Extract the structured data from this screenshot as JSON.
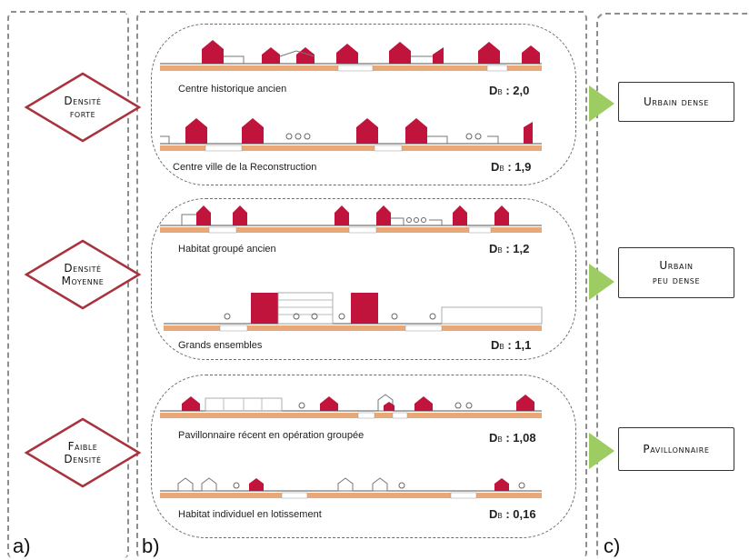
{
  "panel_labels": {
    "a": "a)",
    "b": "b)",
    "c": "c)"
  },
  "densities": [
    {
      "line1": "Densité",
      "line2": "forte"
    },
    {
      "line1": "Densité",
      "line2": "Moyenne"
    },
    {
      "line1": "Faible",
      "line2": "Densité"
    }
  ],
  "rows": [
    {
      "label": "Centre historique ancien",
      "db_symbol": "D",
      "db_sub": "B",
      "db_value": "2,0"
    },
    {
      "label": "Centre ville de la Reconstruction",
      "db_symbol": "D",
      "db_sub": "B",
      "db_value": "1,9"
    },
    {
      "label": "Habitat groupé ancien",
      "db_symbol": "D",
      "db_sub": "B",
      "db_value": "1,2"
    },
    {
      "label": "Grands ensembles",
      "db_symbol": "D",
      "db_sub": "B",
      "db_value": "1,1"
    },
    {
      "label": "Pavillonnaire récent en opération groupée",
      "db_symbol": "D",
      "db_sub": "B",
      "db_value": "1,08"
    },
    {
      "label": "Habitat individuel en lotissement",
      "db_symbol": "D",
      "db_sub": "B",
      "db_value": "0,16"
    }
  ],
  "categories": [
    {
      "line1": "Urbain dense",
      "line2": ""
    },
    {
      "line1": "Urbain",
      "line2": "peu dense"
    },
    {
      "line1": "Pavillonnaire",
      "line2": ""
    }
  ],
  "colors": {
    "building": "#c0143c",
    "ground": "#e8a877",
    "arrow": "#9ccc62",
    "dashed_border": "#8f8f8f",
    "diamond_border": "#a8323e"
  }
}
